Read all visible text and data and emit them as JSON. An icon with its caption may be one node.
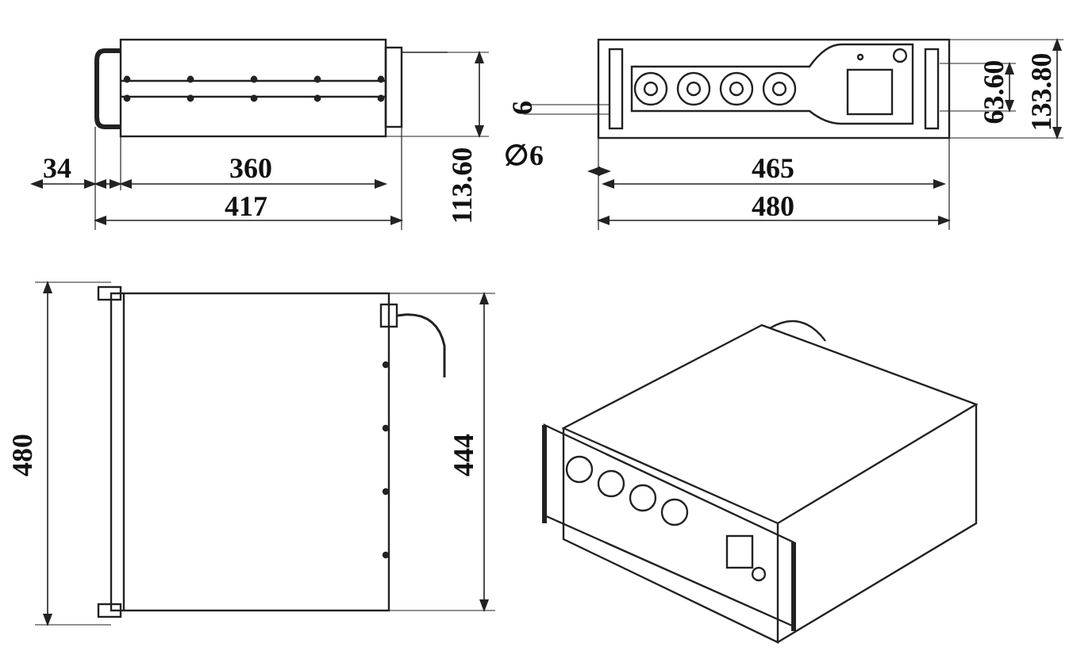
{
  "diagram": {
    "labels": [
      "34",
      "360",
      "417",
      "113.60",
      "6",
      "∅6",
      "465",
      "480",
      "63.60",
      "133.80",
      "480",
      "444"
    ]
  }
}
